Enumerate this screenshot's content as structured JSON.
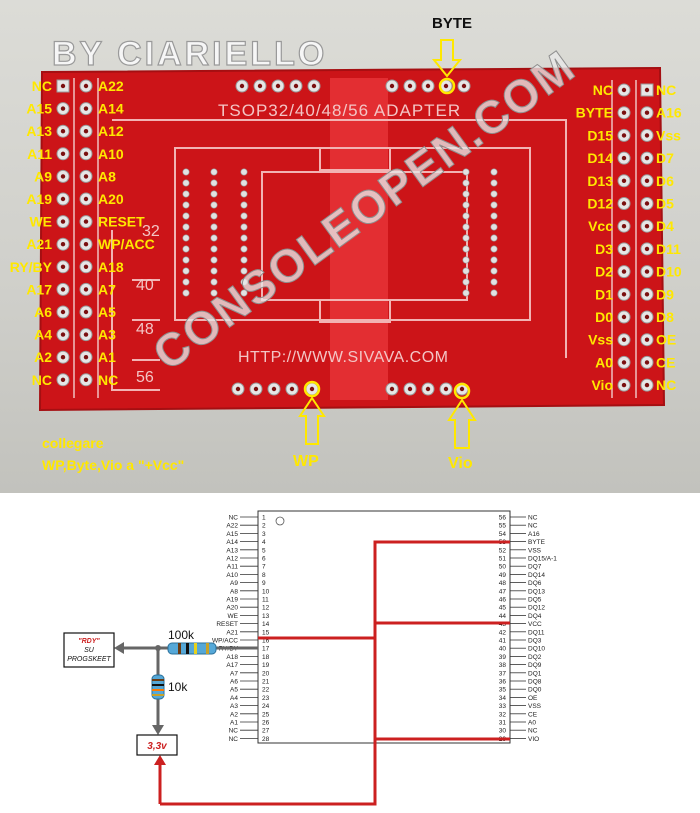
{
  "photo": {
    "watermark": "BY CIARIELLO",
    "board_title": "TSOP32/40/48/56 ADAPTER",
    "board_url": "HTTP://WWW.SIVAVA.COM",
    "overlay_logo": "CONSOLEOPEN.COM",
    "silk_marks": [
      "32",
      "40",
      "48",
      "56"
    ],
    "arrow_labels": {
      "byte": "BYTE",
      "wp": "WP",
      "vio": "Vio"
    },
    "note_line1": "collegare",
    "note_line2": "WP,Byte,Vio a  \"+Vcc\"",
    "left_pins": [
      [
        "NC",
        "A22"
      ],
      [
        "A15",
        "A14"
      ],
      [
        "A13",
        "A12"
      ],
      [
        "A11",
        "A10"
      ],
      [
        "A9",
        "A8"
      ],
      [
        "A19",
        "A20"
      ],
      [
        "WE",
        "RESET"
      ],
      [
        "A21",
        "WP/ACC"
      ],
      [
        "RY/BY",
        "A18"
      ],
      [
        "A17",
        "A7"
      ],
      [
        "A6",
        "A5"
      ],
      [
        "A4",
        "A3"
      ],
      [
        "A2",
        "A1"
      ],
      [
        "NC",
        "NC"
      ]
    ],
    "right_pins": [
      [
        "NC",
        "NC"
      ],
      [
        "BYTE",
        "A16"
      ],
      [
        "D15",
        "Vss"
      ],
      [
        "D14",
        "D7"
      ],
      [
        "D13",
        "D6"
      ],
      [
        "D12",
        "D5"
      ],
      [
        "Vcc",
        "D4"
      ],
      [
        "D3",
        "D11"
      ],
      [
        "D2",
        "D10"
      ],
      [
        "D1",
        "D9"
      ],
      [
        "D0",
        "D8"
      ],
      [
        "Vss",
        "OE"
      ],
      [
        "A0",
        "CE"
      ],
      [
        "Vio",
        "NC"
      ]
    ],
    "colors": {
      "pcb_red": "#cc1418",
      "label_yellow": "#ffe800",
      "background": "#d4d4cf"
    }
  },
  "schematic": {
    "left_names": [
      "NC",
      "A22",
      "A15",
      "A14",
      "A13",
      "A12",
      "A11",
      "A10",
      "A9",
      "A8",
      "A19",
      "A20",
      "WE",
      "RESET",
      "A21",
      "WP/ACC",
      "RY/BY",
      "A18",
      "A17",
      "A7",
      "A6",
      "A5",
      "A4",
      "A3",
      "A2",
      "A1",
      "NC",
      "NC"
    ],
    "left_nums": [
      "1",
      "2",
      "3",
      "4",
      "5",
      "6",
      "7",
      "8",
      "9",
      "10",
      "11",
      "12",
      "13",
      "14",
      "15",
      "16",
      "17",
      "18",
      "19",
      "20",
      "21",
      "22",
      "23",
      "24",
      "25",
      "26",
      "27",
      "28"
    ],
    "right_names": [
      "NC",
      "NC",
      "A16",
      "BYTE",
      "VSS",
      "DQ15/A-1",
      "DQ7",
      "DQ14",
      "DQ6",
      "DQ13",
      "DQ5",
      "DQ12",
      "DQ4",
      "VCC",
      "DQ11",
      "DQ3",
      "DQ10",
      "DQ2",
      "DQ9",
      "DQ1",
      "DQ8",
      "DQ0",
      "OE",
      "VSS",
      "CE",
      "A0",
      "NC",
      "VIO"
    ],
    "right_nums": [
      "56",
      "55",
      "54",
      "53",
      "52",
      "51",
      "50",
      "49",
      "48",
      "47",
      "46",
      "45",
      "44",
      "43",
      "42",
      "41",
      "40",
      "39",
      "38",
      "37",
      "36",
      "35",
      "34",
      "33",
      "32",
      "31",
      "30",
      "29"
    ],
    "rdy_line1": "\"RDY\"",
    "rdy_line2": "SU",
    "rdy_line3": "PROGSKEET",
    "r1_label": "100k",
    "r2_label": "10k",
    "supply_label": "3,3v",
    "colors": {
      "wire_red": "#cc2020",
      "wire_gray": "#666666"
    }
  }
}
